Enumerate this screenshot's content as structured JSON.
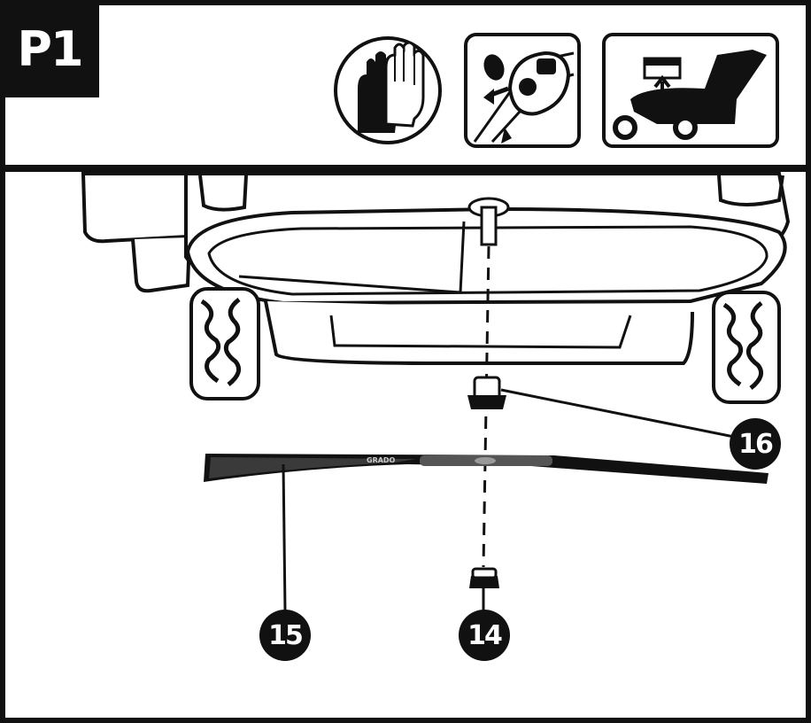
{
  "step": {
    "label": "P1"
  },
  "pictograms": [
    {
      "name": "wear-gloves",
      "icon": "gloves-icon"
    },
    {
      "name": "remove-safety-key",
      "icon": "safety-key-icon"
    },
    {
      "name": "tilt-mower-battery-up",
      "icon": "mower-battery-icon"
    }
  ],
  "blade_text": "GRADO",
  "callouts": [
    {
      "id": "nut",
      "label": "14"
    },
    {
      "id": "blade",
      "label": "15"
    },
    {
      "id": "blade-adapter",
      "label": "16"
    }
  ]
}
